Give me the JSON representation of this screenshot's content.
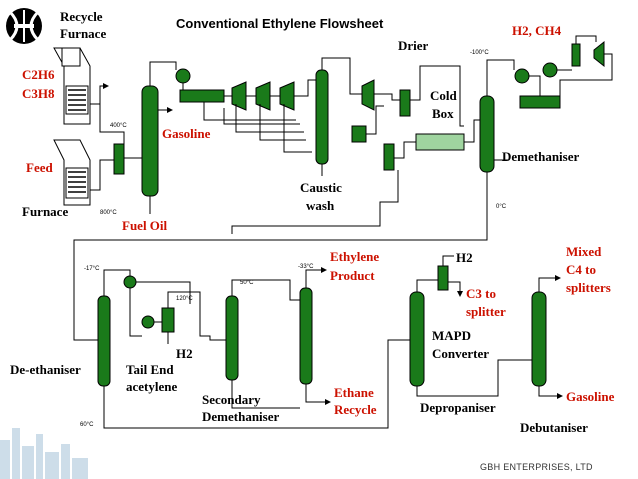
{
  "title": "Conventional Ethylene Flowsheet",
  "footer": "GBH ENTERPRISES, LTD",
  "labels": {
    "recycle_furnace_1": "Recycle",
    "recycle_furnace_2": "Furnace",
    "c2h6": "C2H6",
    "c3h8": "C3H8",
    "feed": "Feed",
    "furnace": "Furnace",
    "gasoline": "Gasoline",
    "fuel_oil": "Fuel Oil",
    "caustic_1": "Caustic",
    "caustic_2": "wash",
    "drier": "Drier",
    "cold_box_1": "Cold",
    "cold_box_2": "Box",
    "h2_ch4": "H2, CH4",
    "demethaniser": "Demethaniser",
    "de_ethaniser": "De-ethaniser",
    "tail_end_1": "Tail End",
    "tail_end_2": "acetylene",
    "h2_tail": "H2",
    "secondary_1": "Secondary",
    "secondary_2": "Demethaniser",
    "ethylene_1": "Ethylene",
    "ethylene_2": "Product",
    "ethane_1": "Ethane",
    "ethane_2": "Recycle",
    "h2_mapd": "H2",
    "c3_1": "C3 to",
    "c3_2": "splitter",
    "mapd_1": "MAPD",
    "mapd_2": "Converter",
    "depropaniser": "Depropaniser",
    "mixed_1": "Mixed",
    "mixed_2": "C4 to",
    "mixed_3": "splitters",
    "gasoline_2": "Gasoline",
    "debutaniser": "Debutaniser"
  },
  "temperatures": {
    "t400": "400°C",
    "t800": "800°C",
    "t_m100": "-100°C",
    "t0": "0°C",
    "t_m17": "-17°C",
    "t120": "120°C",
    "t50": "50°C",
    "t_m33": "-33°C",
    "t60": "60°C"
  },
  "colors": {
    "equipment": "#1a7a1a",
    "product_label": "#cc1100",
    "heat_exchanger": "#9fd49f"
  }
}
